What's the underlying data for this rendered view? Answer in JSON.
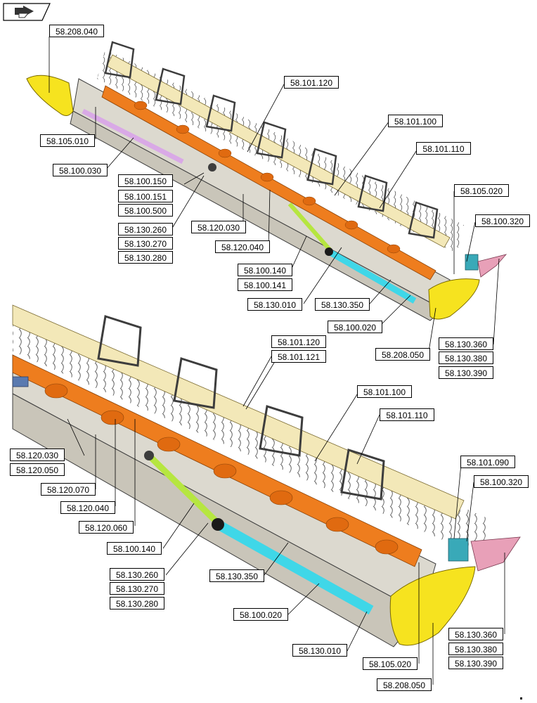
{
  "nav_icon": "back-navigation-icon",
  "colors": {
    "yellow": "#f6e31f",
    "orange": "#ee7d1e",
    "cyan": "#3fd7e8",
    "lime": "#b6e640",
    "frame": "#dcd9cf",
    "reel": "#f3e8b8",
    "pink": "#e8a0b8",
    "violet": "#d9a9e6",
    "teal": "#39a9b8",
    "dark": "#3d3d3d"
  },
  "top_view": {
    "labels": [
      "58.208.040",
      "58.101.120",
      "58.101.100",
      "58.101.110",
      "58.105.010",
      "58.100.030",
      "58.100.150",
      "58.100.151",
      "58.100.500",
      "58.130.260",
      "58.130.270",
      "58.130.280",
      "58.120.030",
      "58.120.040",
      "58.105.020",
      "58.100.320",
      "58.100.140",
      "58.100.141",
      "58.130.010",
      "58.130.350",
      "58.100.020",
      "58.208.050",
      "58.130.360",
      "58.130.380",
      "58.130.390"
    ]
  },
  "bottom_view": {
    "labels": [
      "58.101.120",
      "58.101.121",
      "58.101.100",
      "58.101.110",
      "58.101.090",
      "58.100.320",
      "58.120.030",
      "58.120.050",
      "58.120.070",
      "58.120.040",
      "58.120.060",
      "58.100.140",
      "58.130.260",
      "58.130.270",
      "58.130.280",
      "58.130.350",
      "58.100.020",
      "58.130.010",
      "58.105.020",
      "58.208.050",
      "58.130.360",
      "58.130.380",
      "58.130.390"
    ]
  }
}
